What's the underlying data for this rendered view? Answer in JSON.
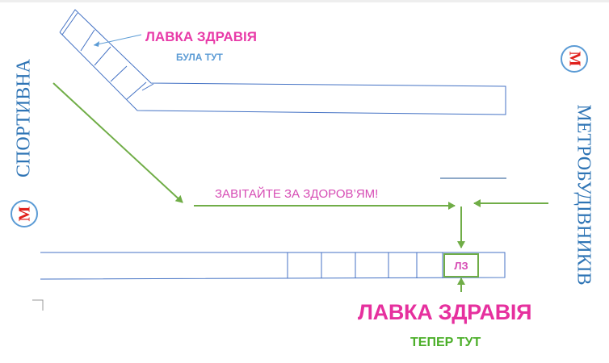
{
  "old_location": {
    "title": "ЛАВКА ЗДРАВІЯ",
    "subtitle": "БУЛА ТУТ"
  },
  "new_location": {
    "title": "ЛАВКА ЗДРАВІЯ",
    "subtitle": "ТЕПЕР ТУТ",
    "marker_label": "ЛЗ"
  },
  "welcome_text": "ЗАВІТАЙТЕ ЗА ЗДОРОВ’ЯМ!",
  "metro_left": {
    "name": "СПОРТИВНА",
    "logo_letter": "М"
  },
  "metro_right": {
    "name": "МЕТРОБУДІВНИКІВ",
    "logo_letter": "М"
  },
  "colors": {
    "building_outline": "#4472c4",
    "route_arrow": "#70ad47",
    "old_title": "#e83ba8",
    "old_subtitle": "#5b9bd5",
    "welcome": "#d64bb4",
    "new_title": "#e6309e",
    "new_subtitle": "#4caf2a",
    "metro_text": "#2e74b5",
    "metro_logo_letter": "#e0201b",
    "marker_text": "#d64bb4",
    "street_line": "#8ea9c8"
  }
}
